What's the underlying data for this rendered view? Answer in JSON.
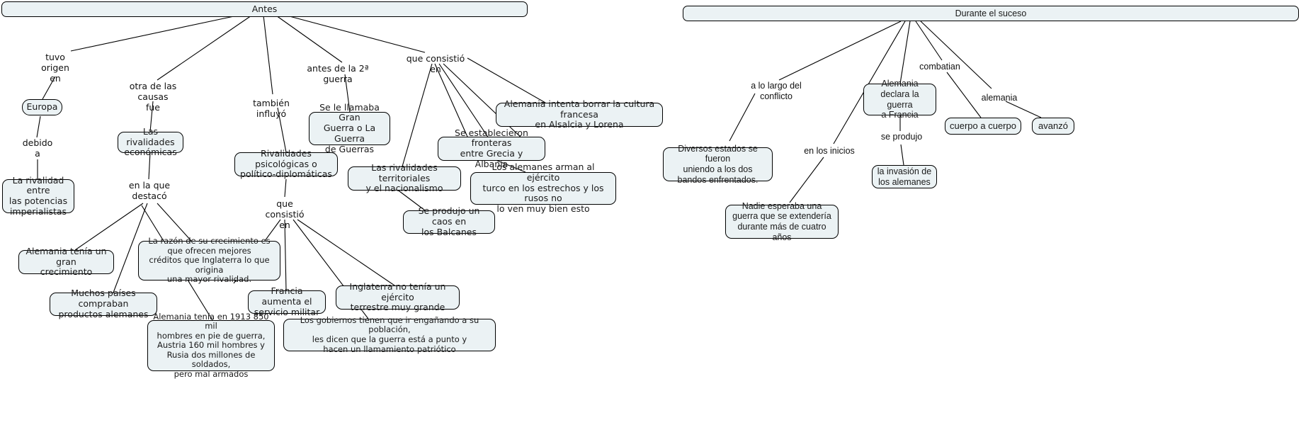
{
  "diagram": {
    "title": "Concept map: Antes / Durante el suceso (Primera Guerra Mundial)",
    "type": "concept-map",
    "background_color": "#ffffff",
    "node_fill_color": "#ebf2f4",
    "node_border_color": "#000000",
    "edge_color": "#000000",
    "text_color": "#1a1a1a"
  },
  "groups": {
    "left": {
      "root_label": "Antes"
    },
    "right": {
      "root_label": "Durante el suceso"
    }
  },
  "nodes": {
    "antes": "Antes",
    "europa": "Europa",
    "rivalidad_potencias": "La rivalidad entre\nlas potencias\nimperialistas",
    "rivalidades_economicas": "Las rivalidades\neconómicas",
    "alemania_crecimiento": "Alemania tenía un gran\ncrecimiento",
    "muchos_paises": "Muchos países compraban\nproductos alemanes",
    "razon_crecimiento": "La razón de su crecimiento es que ofrecen mejores\ncréditos que Inglaterra lo que origina\nuna mayor rivalidad.",
    "rivalidades_psicologicas": "Rivalidades psicológicas o\npolítico-diplomáticas",
    "alemania_1913": "Alemania tenía en 1913 850 mil\nhombres en pie de guerra,\nAustria 160 mil hombres y\nRusia dos millones de soldados,\npero mal armados",
    "francia_servicio": "Francia aumenta el\nservicio militar",
    "gobiernos_enganando": "Los gobiernos tienen que ir engañando a su población,\nles dicen que la guerra está a punto y\nhacen un llamamiento patriótico",
    "inglaterra_ejercito": "Inglaterra no tenía un ejército\nterrestre muy grande",
    "gran_guerra": "Se le llamaba Gran\nGuerra o La Guerra\nde Guerras",
    "rivalidades_territoriales": "Las rivalidades territoriales\ny el nacionalismo",
    "caos_balcanes": "Se produjo un caos en\nlos Balcanes",
    "fronteras_grecia": "Se establecieron fronteras\nentre Grecia y Albania",
    "alemanes_arman": "Los alemanes arman al ejército\nturco en los estrechos y los rusos no\nlo ven muy bien esto",
    "alemania_alsacia": "Alemania intenta borrar la cultura francesa\nen Alsalcia y Lorena",
    "durante": "Durante el suceso",
    "diversos_estados": "Diversos estados se fueron\nuniendo a los dos\nbandos enfrentados.",
    "nadie_esperaba": "Nadie esperaba una\nguerra que se extendería\ndurante más de cuatro años",
    "alemania_declara": "Alemania\ndeclara la guerra\na Francia",
    "invasion_alemanes": "la invasión de\nlos alemanes",
    "cuerpo_a_cuerpo": "cuerpo a cuerpo",
    "avanzo": "avanzó"
  },
  "edge_labels": {
    "tuvo_origen_en": "tuvo\norigen\nen",
    "debido_a": "debido\na",
    "otra_de_las_causas_fue": "otra de las causas\nfue",
    "en_la_que_destaco": "en la que\ndestacó",
    "tambien_influyo": "también influyó",
    "que_consistio_en_psico": "que consistió\nen",
    "antes_de_la_2a_guerra": "antes de la 2ª guerra",
    "que_consistio_en_antes": "que consistió en",
    "a_lo_largo_del_conflicto": "a lo largo del conflicto",
    "en_los_inicios": "en los inicios",
    "se_produjo": "se produjo",
    "combatian": "combatian",
    "alemania_lbl": "alemania"
  }
}
